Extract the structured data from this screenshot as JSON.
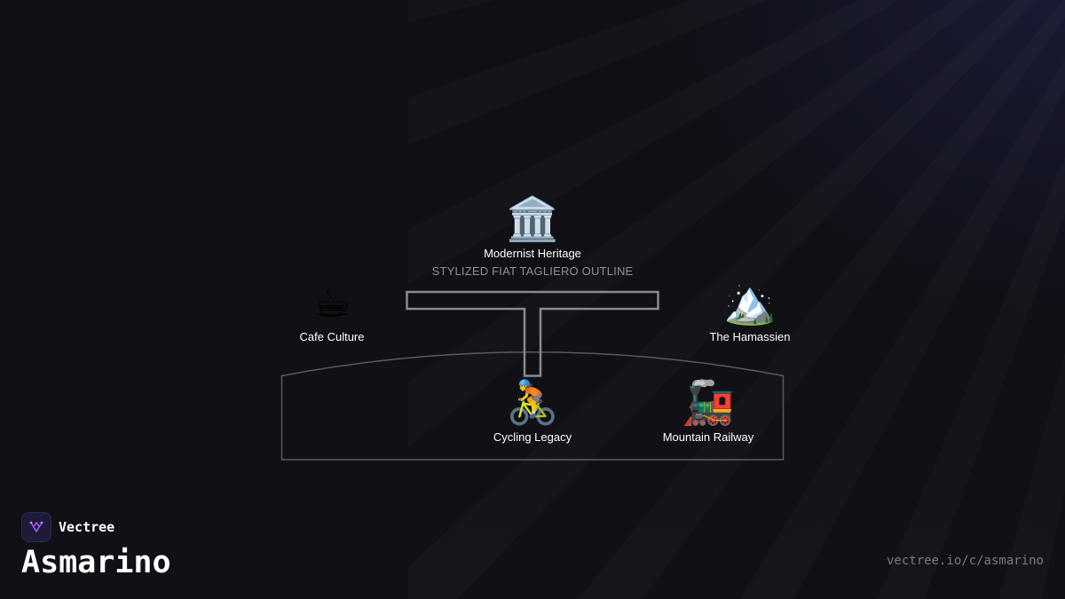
{
  "diagram": {
    "caption": "STYLIZED FIAT TAGLIERO OUTLINE",
    "nodes": [
      {
        "icon": "🏛️",
        "icon_name": "classical-building-icon",
        "label": "Modernist Heritage"
      },
      {
        "icon": "☕",
        "icon_name": "hot-beverage-icon",
        "label": "Cafe Culture"
      },
      {
        "icon": "🏔️",
        "icon_name": "snow-capped-mountain-icon",
        "label": "The Hamassien"
      },
      {
        "icon": "🚴",
        "icon_name": "person-biking-icon",
        "label": "Cycling Legacy"
      },
      {
        "icon": "🚂",
        "icon_name": "locomotive-icon",
        "label": "Mountain Railway"
      }
    ]
  },
  "footer": {
    "brand": "Vectree",
    "title": "Asmarino",
    "url": "vectree.io/c/asmarino"
  },
  "colors": {
    "background": "#0f0f14",
    "outline_t": "#8a8a92",
    "outline_base": "#5a5a62",
    "logo_accent": "#a855f7"
  }
}
